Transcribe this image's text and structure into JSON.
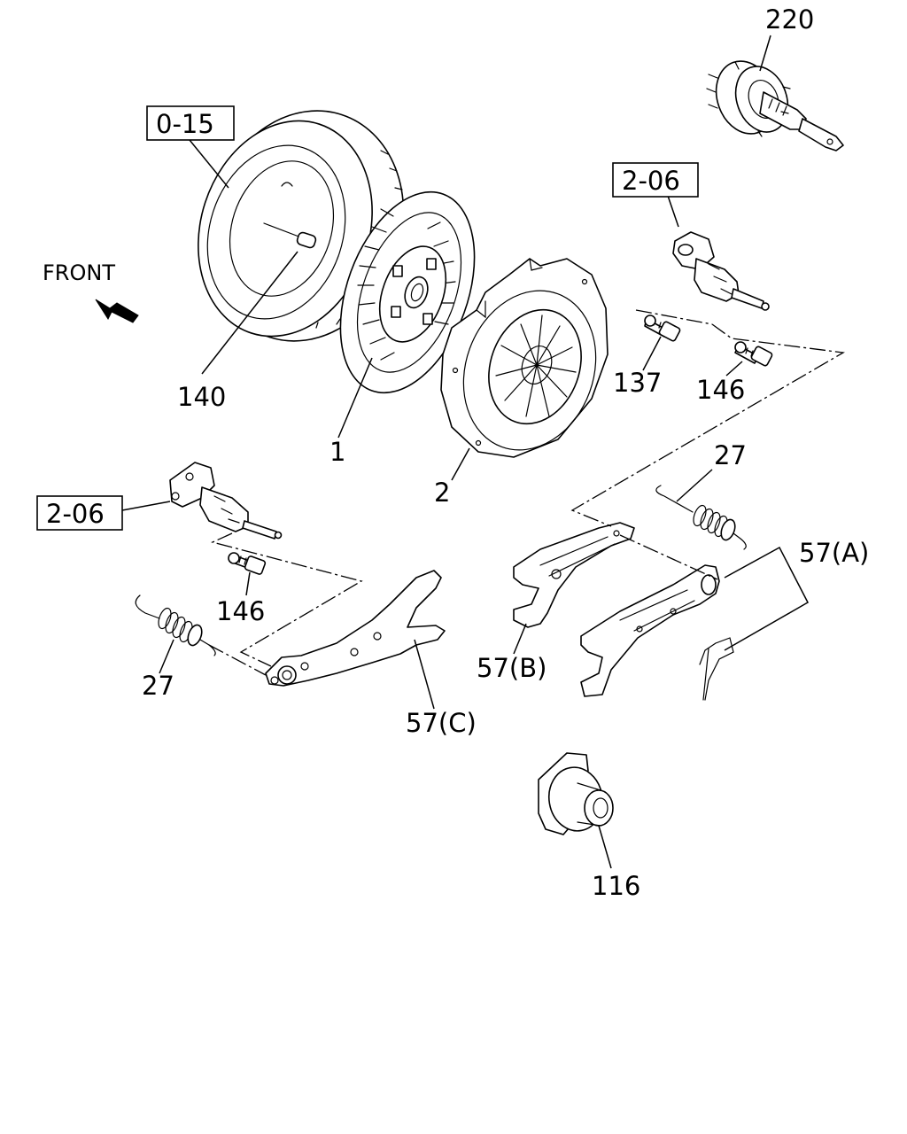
{
  "direction": {
    "label": "FRONT",
    "icon": "front-arrow-icon"
  },
  "references": [
    {
      "id": "ref-0-15",
      "text": "0-15"
    },
    {
      "id": "ref-2-06-top",
      "text": "2-06"
    },
    {
      "id": "ref-2-06-left",
      "text": "2-06"
    }
  ],
  "callouts": [
    {
      "id": "c220",
      "text": "220"
    },
    {
      "id": "c140",
      "text": "140"
    },
    {
      "id": "c1",
      "text": "1"
    },
    {
      "id": "c2",
      "text": "2"
    },
    {
      "id": "c137",
      "text": "137"
    },
    {
      "id": "c146-right",
      "text": "146"
    },
    {
      "id": "c27-right",
      "text": "27"
    },
    {
      "id": "c57a",
      "text": "57(A)"
    },
    {
      "id": "c57b",
      "text": "57(B)"
    },
    {
      "id": "c57c",
      "text": "57(C)"
    },
    {
      "id": "c146-left",
      "text": "146"
    },
    {
      "id": "c27-left",
      "text": "27"
    },
    {
      "id": "c116",
      "text": "116"
    }
  ]
}
